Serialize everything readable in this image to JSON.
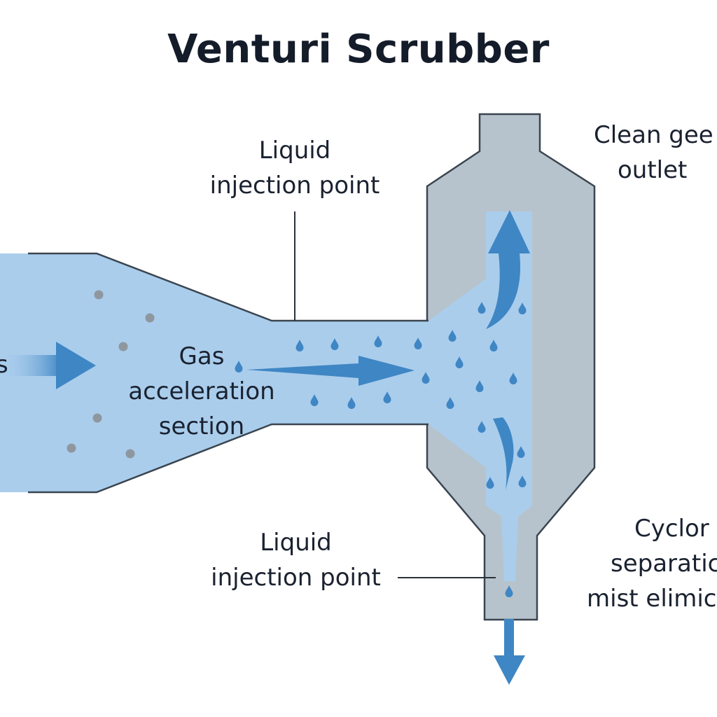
{
  "title": "Venturi Scrubber",
  "labels": {
    "liquid_injection_top": [
      "Liquid",
      "injection point"
    ],
    "liquid_injection_bottom": [
      "Liquid",
      "injection point"
    ],
    "gas_acceleration": [
      "Gas",
      "acceleration",
      "section"
    ],
    "clean_gas_outlet": [
      "Clean gee",
      "outlet"
    ],
    "cyclonic_separation": [
      "Cyclor",
      "separatic",
      "mist elimic"
    ],
    "inlet_partial": "s"
  },
  "colors": {
    "liquid": "#aacdec",
    "vessel": "#b7c3cc",
    "arrow": "#3f86c4",
    "droplet": "#3f86c4",
    "particle": "#8f979e",
    "outline": "#3a4550"
  }
}
